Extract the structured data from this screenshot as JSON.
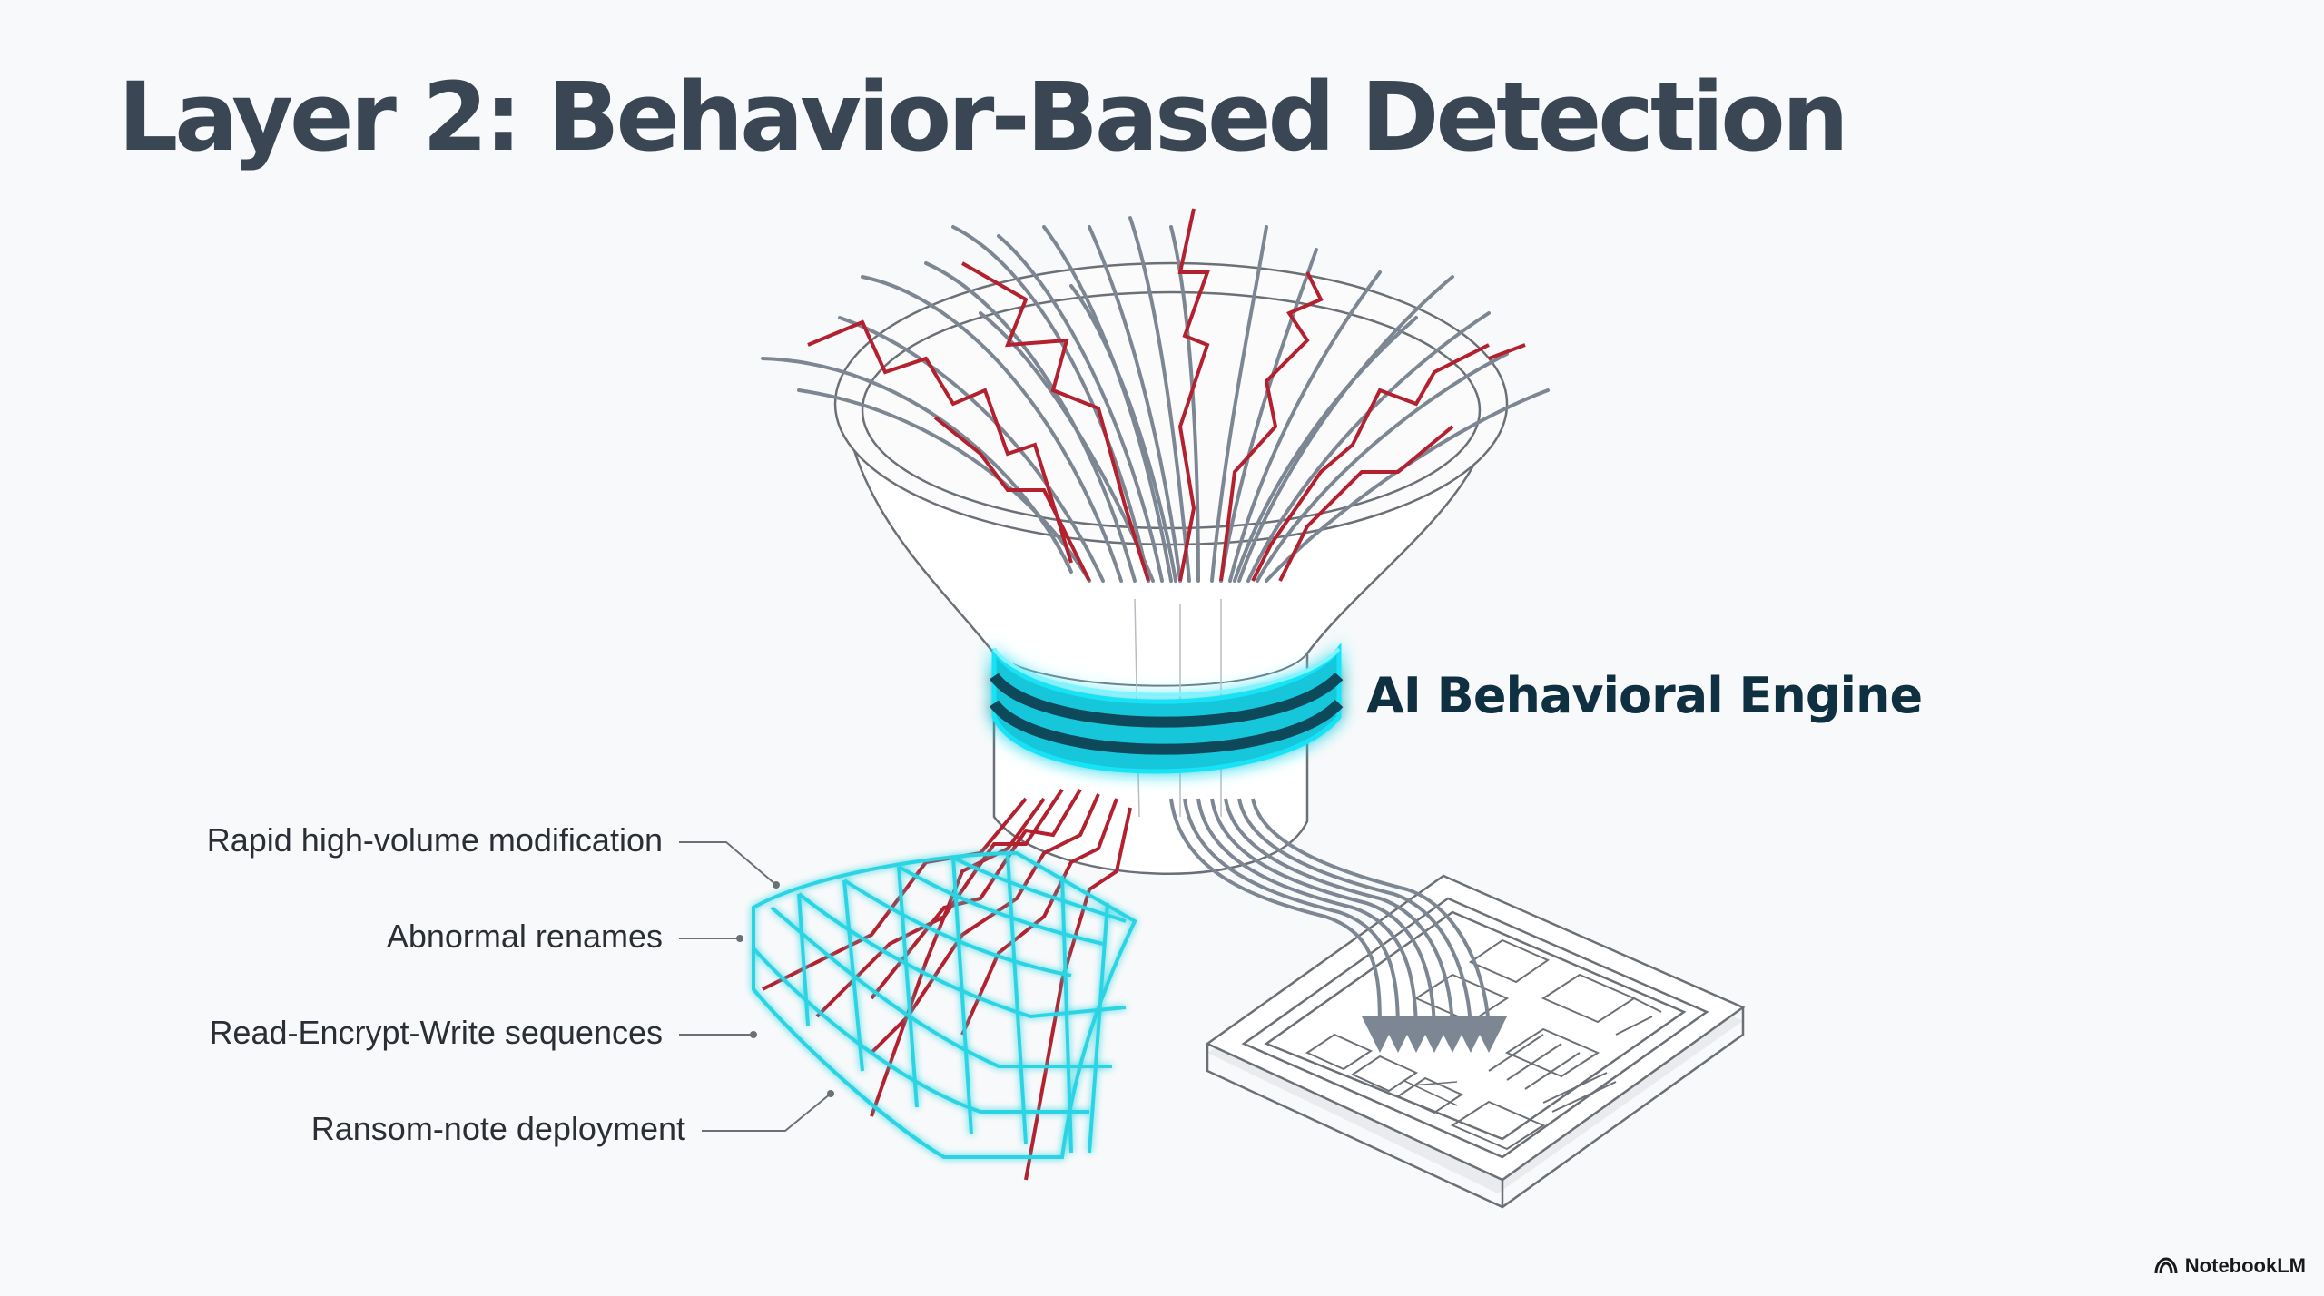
{
  "slide": {
    "title": "Layer 2: Behavior-Based Detection"
  },
  "diagram": {
    "engine_label": "AI Behavioral Engine",
    "callouts": [
      "Rapid high-volume modification",
      "Abnormal renames",
      "Read-Encrypt-Write sequences",
      "Ransom-note deployment"
    ],
    "colors": {
      "benign_stream": "#7d8793",
      "malicious_stream": "#b3202e",
      "engine_glow": "#19d9ec",
      "containment_grid": "#2bd4e3",
      "outline": "#6b7077"
    }
  },
  "brand": {
    "name": "NotebookLM",
    "icon": "notebooklm-logo-icon"
  }
}
